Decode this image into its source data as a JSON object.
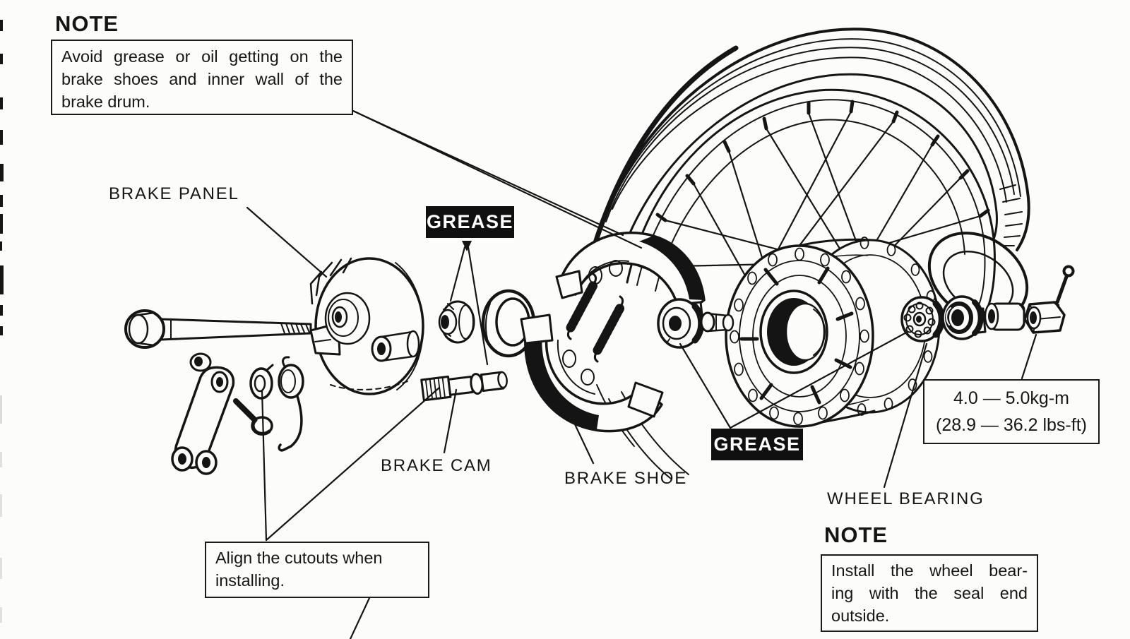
{
  "page": {
    "background": "#fcfcfa",
    "ink": "#151515",
    "grease_bg": "#101010",
    "grease_text": "#ffffff"
  },
  "note_top": {
    "heading": "NOTE",
    "lines": [
      "Avoid grease or oil getting on the",
      "brake shoes and inner wall of the",
      "brake drum."
    ]
  },
  "note_bearing": {
    "heading": "NOTE",
    "lines": [
      "Install the wheel bear-",
      "ing with the seal end",
      "outside."
    ]
  },
  "note_align": {
    "lines": [
      "Align the cutouts when",
      "installing."
    ]
  },
  "torque_spec": {
    "lines": [
      "4.0 — 5.0kg-m",
      "(28.9 — 36.2 lbs-ft)"
    ]
  },
  "part_labels": {
    "brake_panel": "BRAKE PANEL",
    "grease_left": "GREASE",
    "grease_right": "GREASE",
    "brake_cam": "BRAKE CAM",
    "brake_shoe": "BRAKE SHOE",
    "wheel_bearing": "WHEEL BEARING"
  }
}
